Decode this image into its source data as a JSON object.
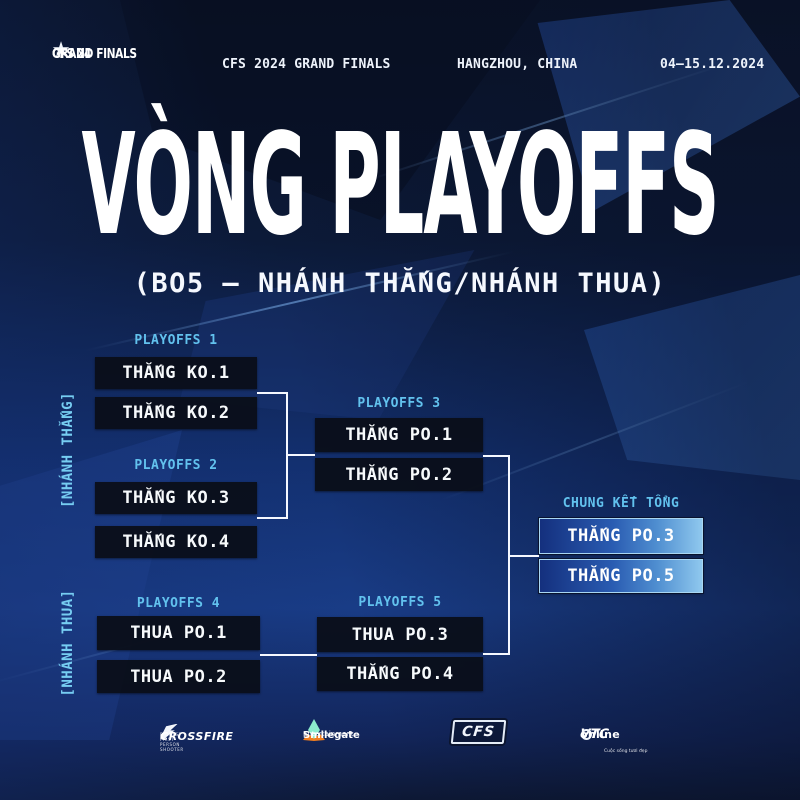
{
  "header": {
    "logo_line1": "CFS 24",
    "logo_line2": "GRAND FINALS",
    "event": "CFS 2024 GRAND FINALS",
    "location": "HANGZHOU, CHINA",
    "dates": "04–15.12.2024"
  },
  "icons": {
    "star": "★"
  },
  "hero": {
    "title": "VÒNG PLAYOFFS",
    "subtitle": "(BO5 – NHÁNH THẮNG/NHÁNH THUA)"
  },
  "bracket": {
    "winner_branch": "[NHÁNH THẮNG]",
    "loser_branch": "[NHÁNH THUA]",
    "playoffs1": {
      "label": "PLAYOFFS 1",
      "slot1": "THẮNG KO.1",
      "slot2": "THẮNG KO.2"
    },
    "playoffs2": {
      "label": "PLAYOFFS 2",
      "slot1": "THẮNG KO.3",
      "slot2": "THẮNG KO.4"
    },
    "playoffs3": {
      "label": "PLAYOFFS 3",
      "slot1": "THẮNG PO.1",
      "slot2": "THẮNG PO.2"
    },
    "playoffs4": {
      "label": "PLAYOFFS 4",
      "slot1": "THUA PO.1",
      "slot2": "THUA PO.2"
    },
    "playoffs5": {
      "label": "PLAYOFFS 5",
      "slot1": "THUA PO.3",
      "slot2": "THẮNG PO.4"
    },
    "grand_final": {
      "label": "CHUNG KẾT TỔNG",
      "slot1": "THẮNG PO.3",
      "slot2": "THẮNG PO.5"
    }
  },
  "footer": {
    "crossfire_name": "CROSSFIRE",
    "crossfire_tagline": "BIGGEST FIRST PERSON SHOOTER",
    "smilegate_line1": "Smilegate",
    "smilegate_line2": "Entertainment",
    "cfs_label": "CFS",
    "vtc_name": "VTC",
    "vtc_suffix": "online",
    "vtc_tagline": "Cuộc sống tươi đẹp"
  },
  "colors": {
    "accent_light_blue": "#62c2ee",
    "branch_label_blue": "#76cdf2",
    "slot_dark": "#0a0f1a",
    "final_gradient_start": "#14307e",
    "final_gradient_end": "#8fc8ee",
    "connector_white": "#f5f8ff",
    "smilegate_mint": "#8beccd",
    "smilegate_orange": "#ef7d1f"
  }
}
